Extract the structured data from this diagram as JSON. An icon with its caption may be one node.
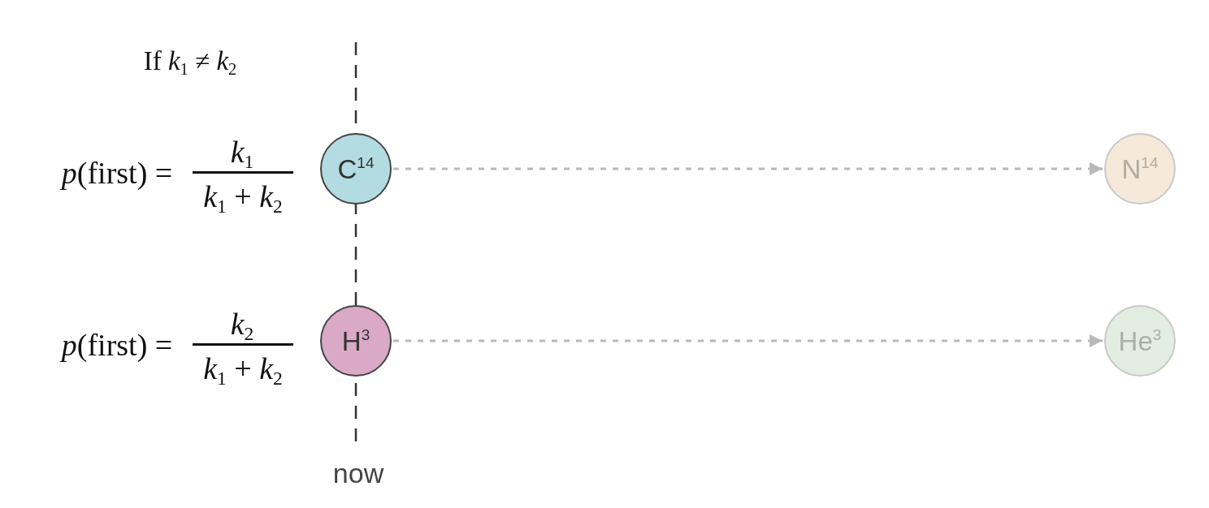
{
  "diagram": {
    "nodes": [
      {
        "text": [
          "C$^{14}$"
        ]
      },
      {
        "text": [
          "N$^{14}$"
        ]
      },
      {
        "text": [
          "H$^{3}$"
        ]
      },
      {
        "text": [
          "He$^{3}$"
        ]
      }
    ],
    "edges": [
      {
        "from": 0,
        "to": 1,
        "arrow": "to",
        "style": "dashed"
      },
      {
        "from": 2,
        "to": 3,
        "arrow": "to",
        "style": "dashed"
      }
    ],
    "labels": [
      "If *k*$_{1}$ ≠ *k*$_{2}$",
      "*p*(first) =",
      "*k*$_{1}$",
      "*k*$_{1}$ + *k*$_{2}$",
      "*p*(first) =",
      "*k*$_{2}$",
      "*k*$_{1}$ + *k*$_{2}$",
      "now"
    ]
  }
}
